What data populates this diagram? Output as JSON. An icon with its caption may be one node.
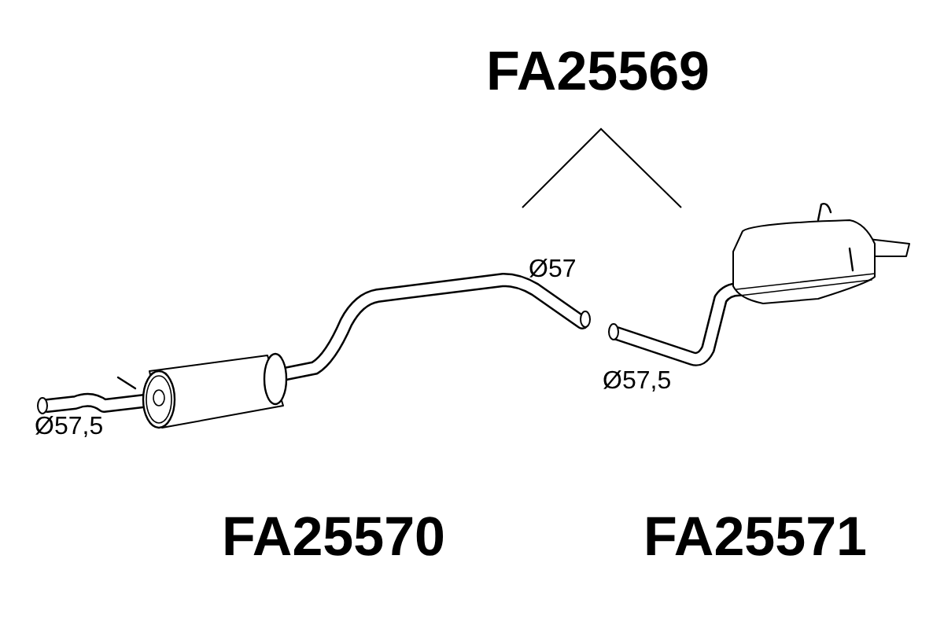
{
  "diagram": {
    "labels": [
      "FA25569",
      "Ø57",
      "Ø57,5",
      "Ø57,5",
      "FA25570",
      "FA25571"
    ]
  }
}
